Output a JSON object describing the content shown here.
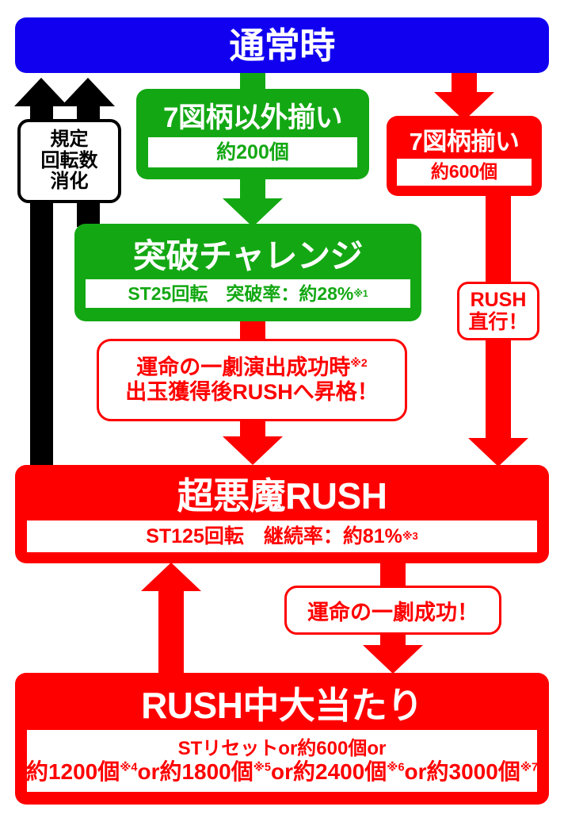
{
  "diagram": {
    "title": "通常時",
    "colors": {
      "blue": "#1100F0",
      "green": "#13A813",
      "red": "#FF0000",
      "black": "#000000",
      "white": "#FFFFFF"
    }
  },
  "normal_state": {
    "heading": "通常時"
  },
  "non_seven": {
    "heading": "7図柄以外揃い",
    "payout": "約200個"
  },
  "seven": {
    "heading": "7図柄揃い",
    "payout": "約600個"
  },
  "challenge": {
    "heading": "突破チャレンジ",
    "detail": "ST25回転　突破率：約28%",
    "ref": "※1"
  },
  "promotion_note": {
    "ref": "※2",
    "line1": "運命の一劇演出成功時",
    "line2": "出玉獲得後RUSHへ昇格！"
  },
  "rush_direct_note": {
    "line1": "RUSH",
    "line2": "直行！"
  },
  "super_rush": {
    "heading": "超悪魔RUSH",
    "detail": "ST125回転　継続率：約81%",
    "ref": "※3"
  },
  "destiny_note": {
    "line": "運命の一劇成功！"
  },
  "rush_jackpot": {
    "heading": "RUSH中大当たり",
    "pay_line_1": "STリセットor約600個or",
    "pay_line_2_parts": [
      {
        "text": "約1200個",
        "ref": "※4"
      },
      {
        "text": "or",
        "ref": ""
      },
      {
        "text": "約1800個",
        "ref": "※5"
      },
      {
        "text": "or",
        "ref": ""
      },
      {
        "text": "約2400個",
        "ref": "※6"
      },
      {
        "text": "or",
        "ref": ""
      },
      {
        "text": "約3000個",
        "ref": "※7"
      }
    ]
  },
  "rotation_note": {
    "line1": "規定",
    "line2": "回転数",
    "line3": "消化"
  }
}
